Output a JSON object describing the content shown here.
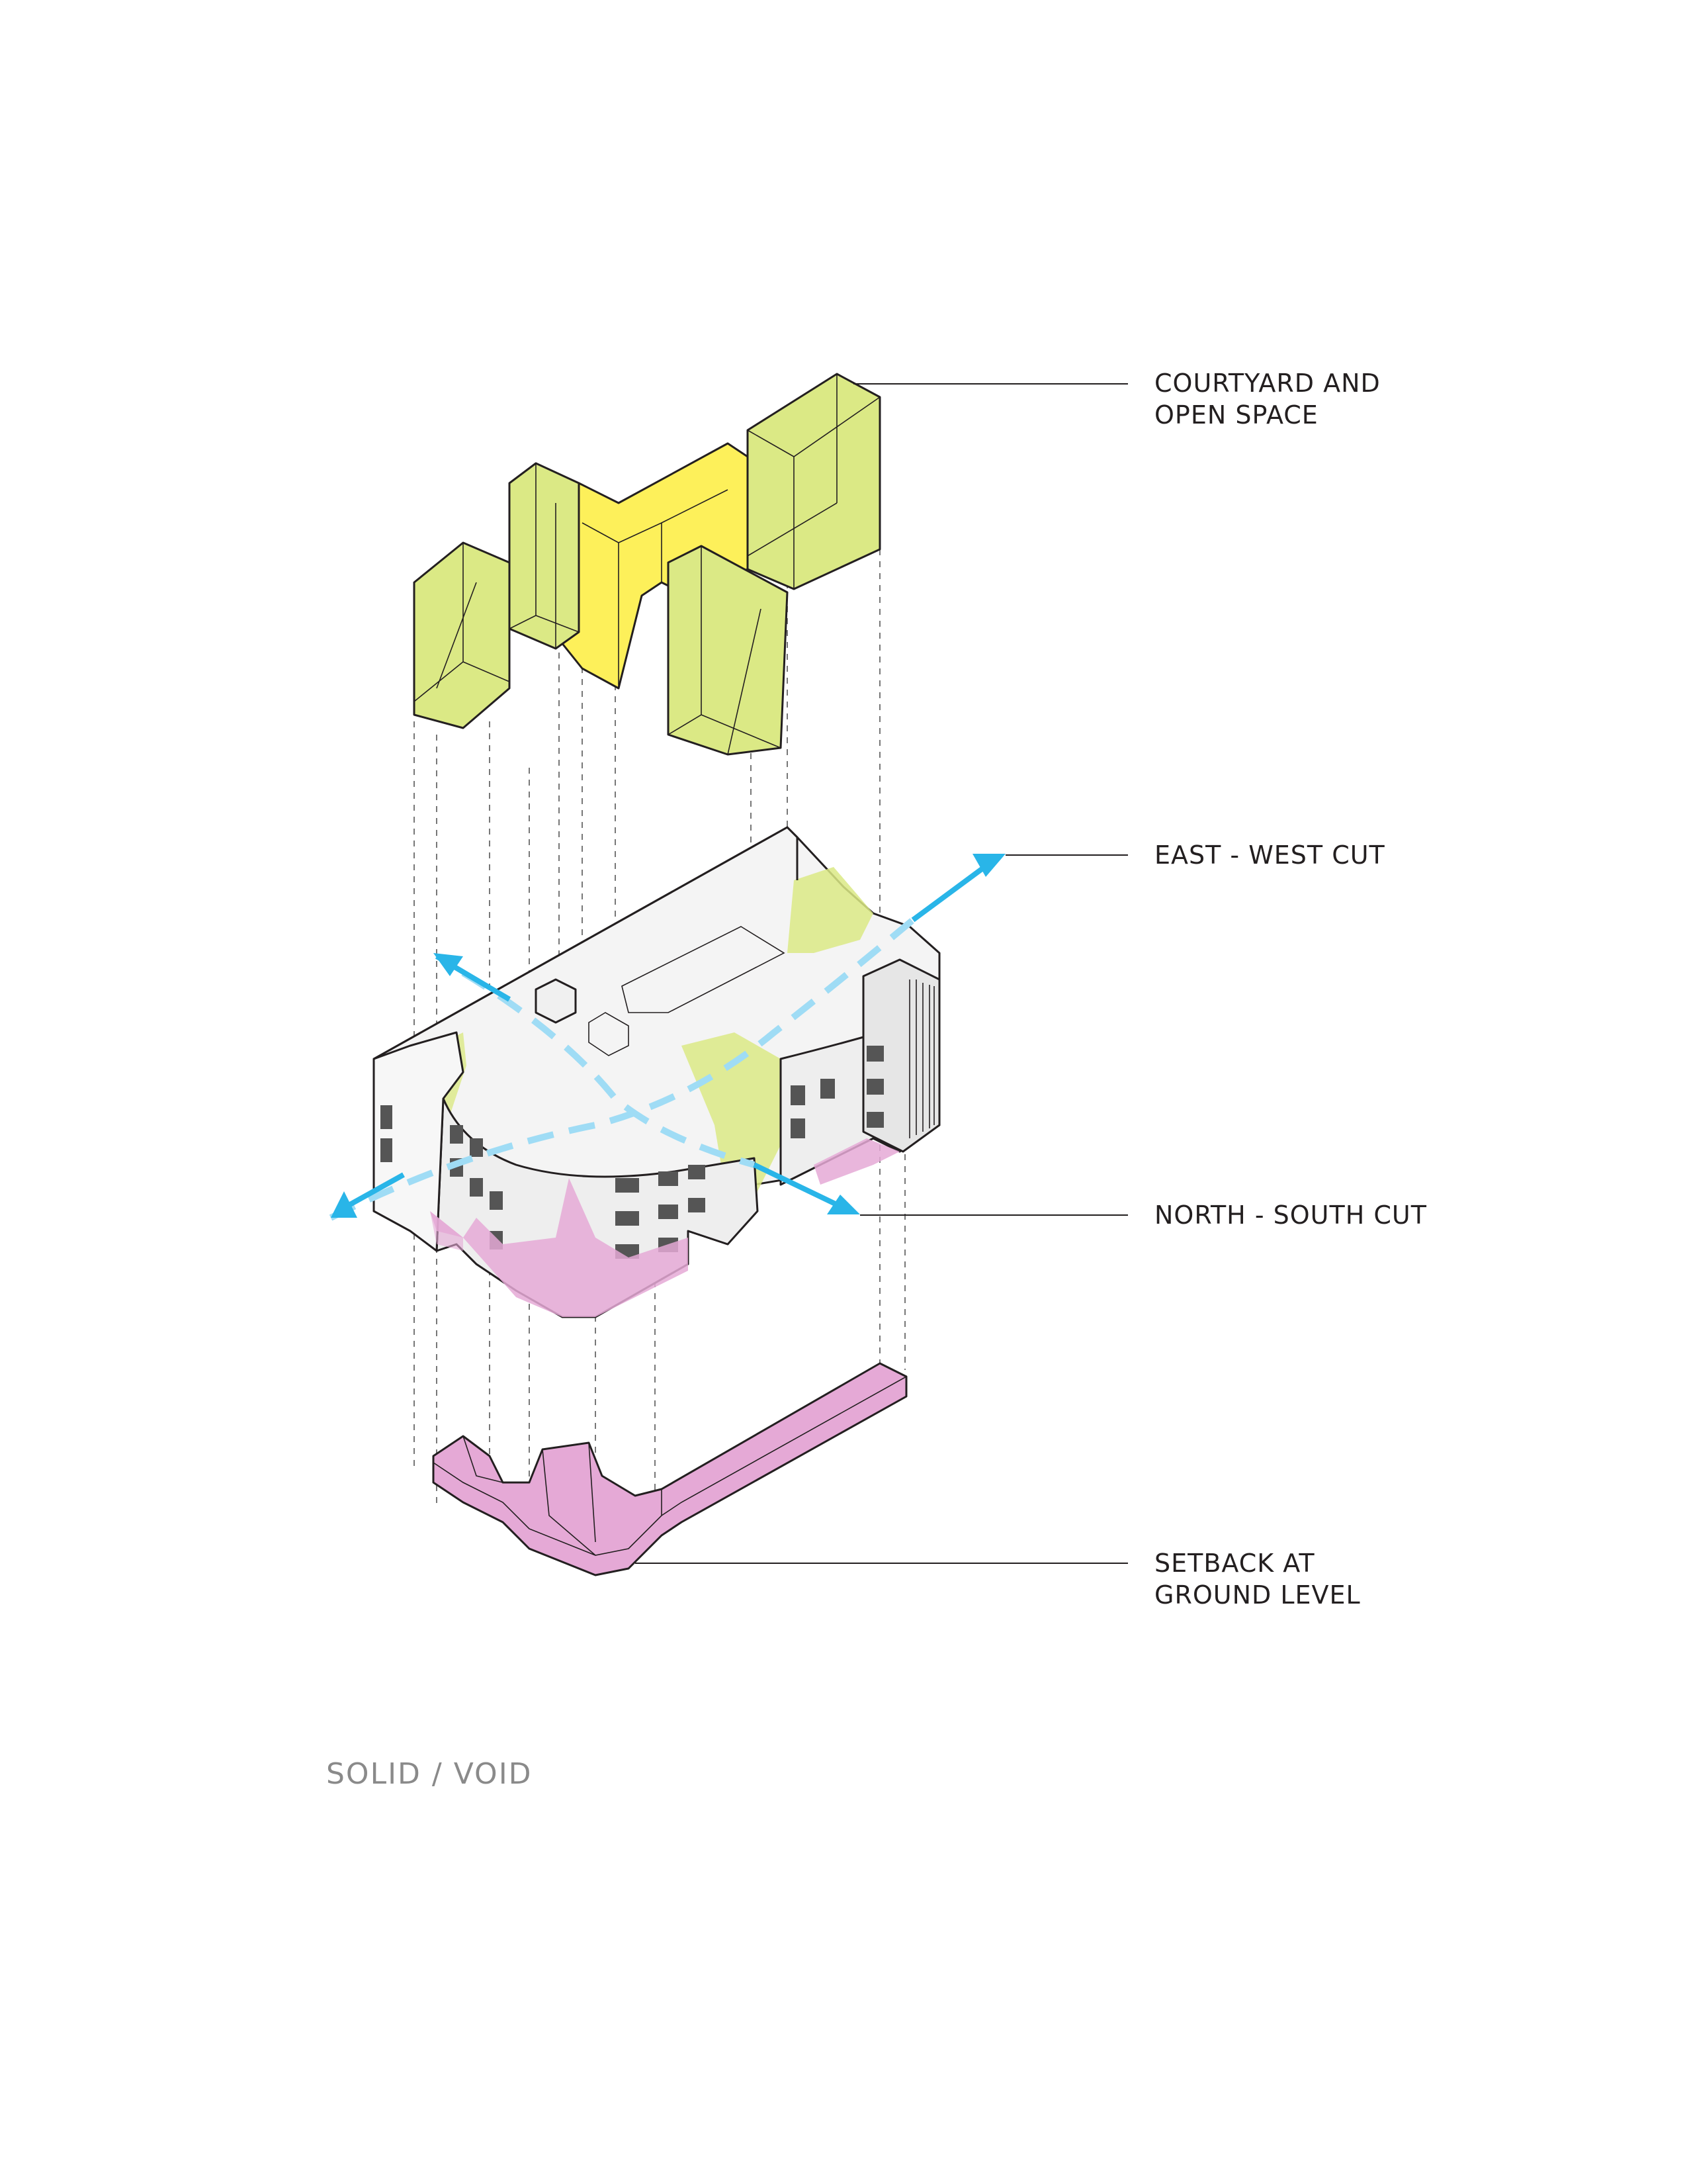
{
  "labels": {
    "courtyard_line1": "COURTYARD AND",
    "courtyard_line2": "OPEN SPACE",
    "east_west": "EAST - WEST CUT",
    "north_south": "NORTH - SOUTH CUT",
    "setback_line1": "SETBACK AT",
    "setback_line2": "GROUND LEVEL"
  },
  "caption": "SOLID / VOID",
  "colors": {
    "courtyard_green": "#dbe985",
    "courtyard_yellow": "#fdf05a",
    "setback_pink": "#e5a9d6",
    "cut_arrow_blue": "#29b5e8",
    "building_white": "#f4f4f4",
    "building_shade": "#dcdcdc"
  }
}
